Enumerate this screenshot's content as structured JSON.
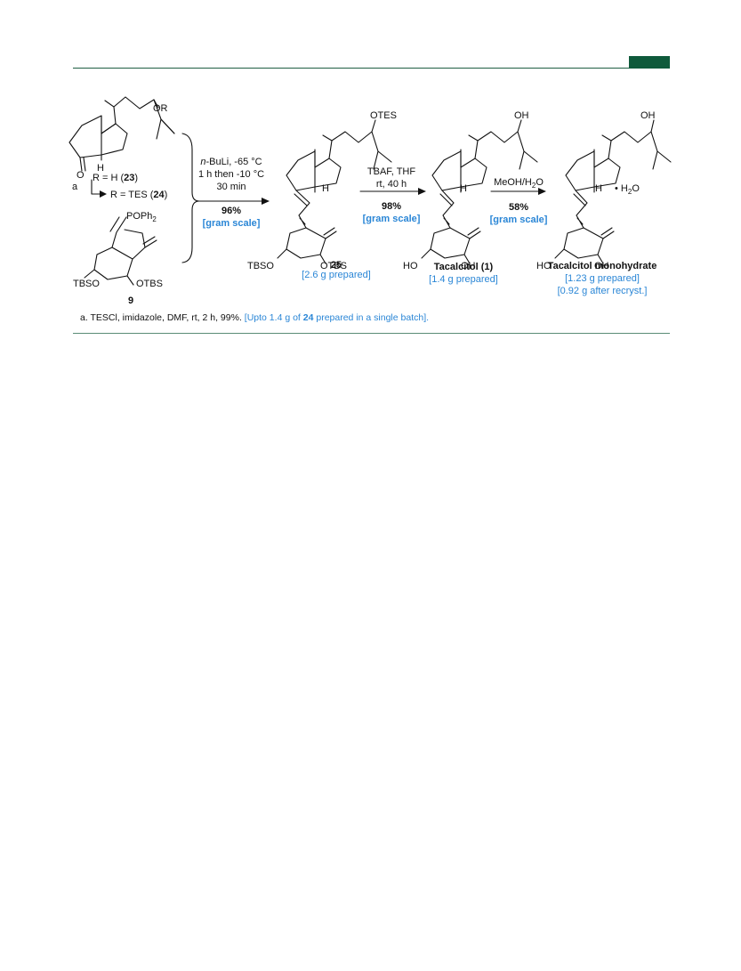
{
  "page": {
    "accent_color": "#0f5a3b",
    "link_color": "#2a86d6"
  },
  "scheme": {
    "left": {
      "substituent": "OR",
      "ketone_o": "O",
      "h_label": "H",
      "step_letter": "a",
      "r_h": "R = H (",
      "r_h_num": "23",
      "r_tes": "R = TES (",
      "r_tes_num": "24",
      "close_paren": ")",
      "phosphine": "POPh",
      "phosphine_sub": "2",
      "tbso": "TBSO",
      "otbs": "OTBS",
      "label9": "9"
    },
    "arrow1": {
      "line1_italic": "n",
      "line1_rest": "-BuLi, -65 °C",
      "line2": "1 h then -10 °C",
      "line3": "30 min",
      "yield": "96%",
      "scale": "[gram scale]"
    },
    "cmpd25": {
      "otes": "OTES",
      "h": "H",
      "tbso": "TBSO",
      "otbs": "OTBS",
      "label": "25",
      "prepared": "[2.6 g prepared]"
    },
    "arrow2": {
      "line1": "TBAF, THF",
      "line2": "rt, 40 h",
      "yield": "98%",
      "scale": "[gram scale]"
    },
    "cmpd1": {
      "oh_top": "OH",
      "h": "H",
      "ho": "HO",
      "oh": "OH",
      "label": "Tacalcitol (1)",
      "prepared": "[1.4 g prepared]"
    },
    "arrow3": {
      "line1": "MeOH/H",
      "line1_sub": "2",
      "line1_end": "O",
      "yield": "58%",
      "scale": "[gram scale]"
    },
    "cmpd_hydrate": {
      "oh_top": "OH",
      "h": "H",
      "water": "• H",
      "water_sub": "2",
      "water_end": "O",
      "ho": "HO",
      "oh": "OH",
      "label": "Tacalcitol monohydrate",
      "prepared1": "[1.23 g prepared]",
      "prepared2": "[0.92 g after recryst.]"
    }
  },
  "footnote": {
    "black1": "a. TESCl, imidazole, DMF, rt, 2 h, 99%. ",
    "blue1": "[Upto 1.4 g of ",
    "blue_bold": "24",
    "blue2": " prepared in a single batch]."
  }
}
